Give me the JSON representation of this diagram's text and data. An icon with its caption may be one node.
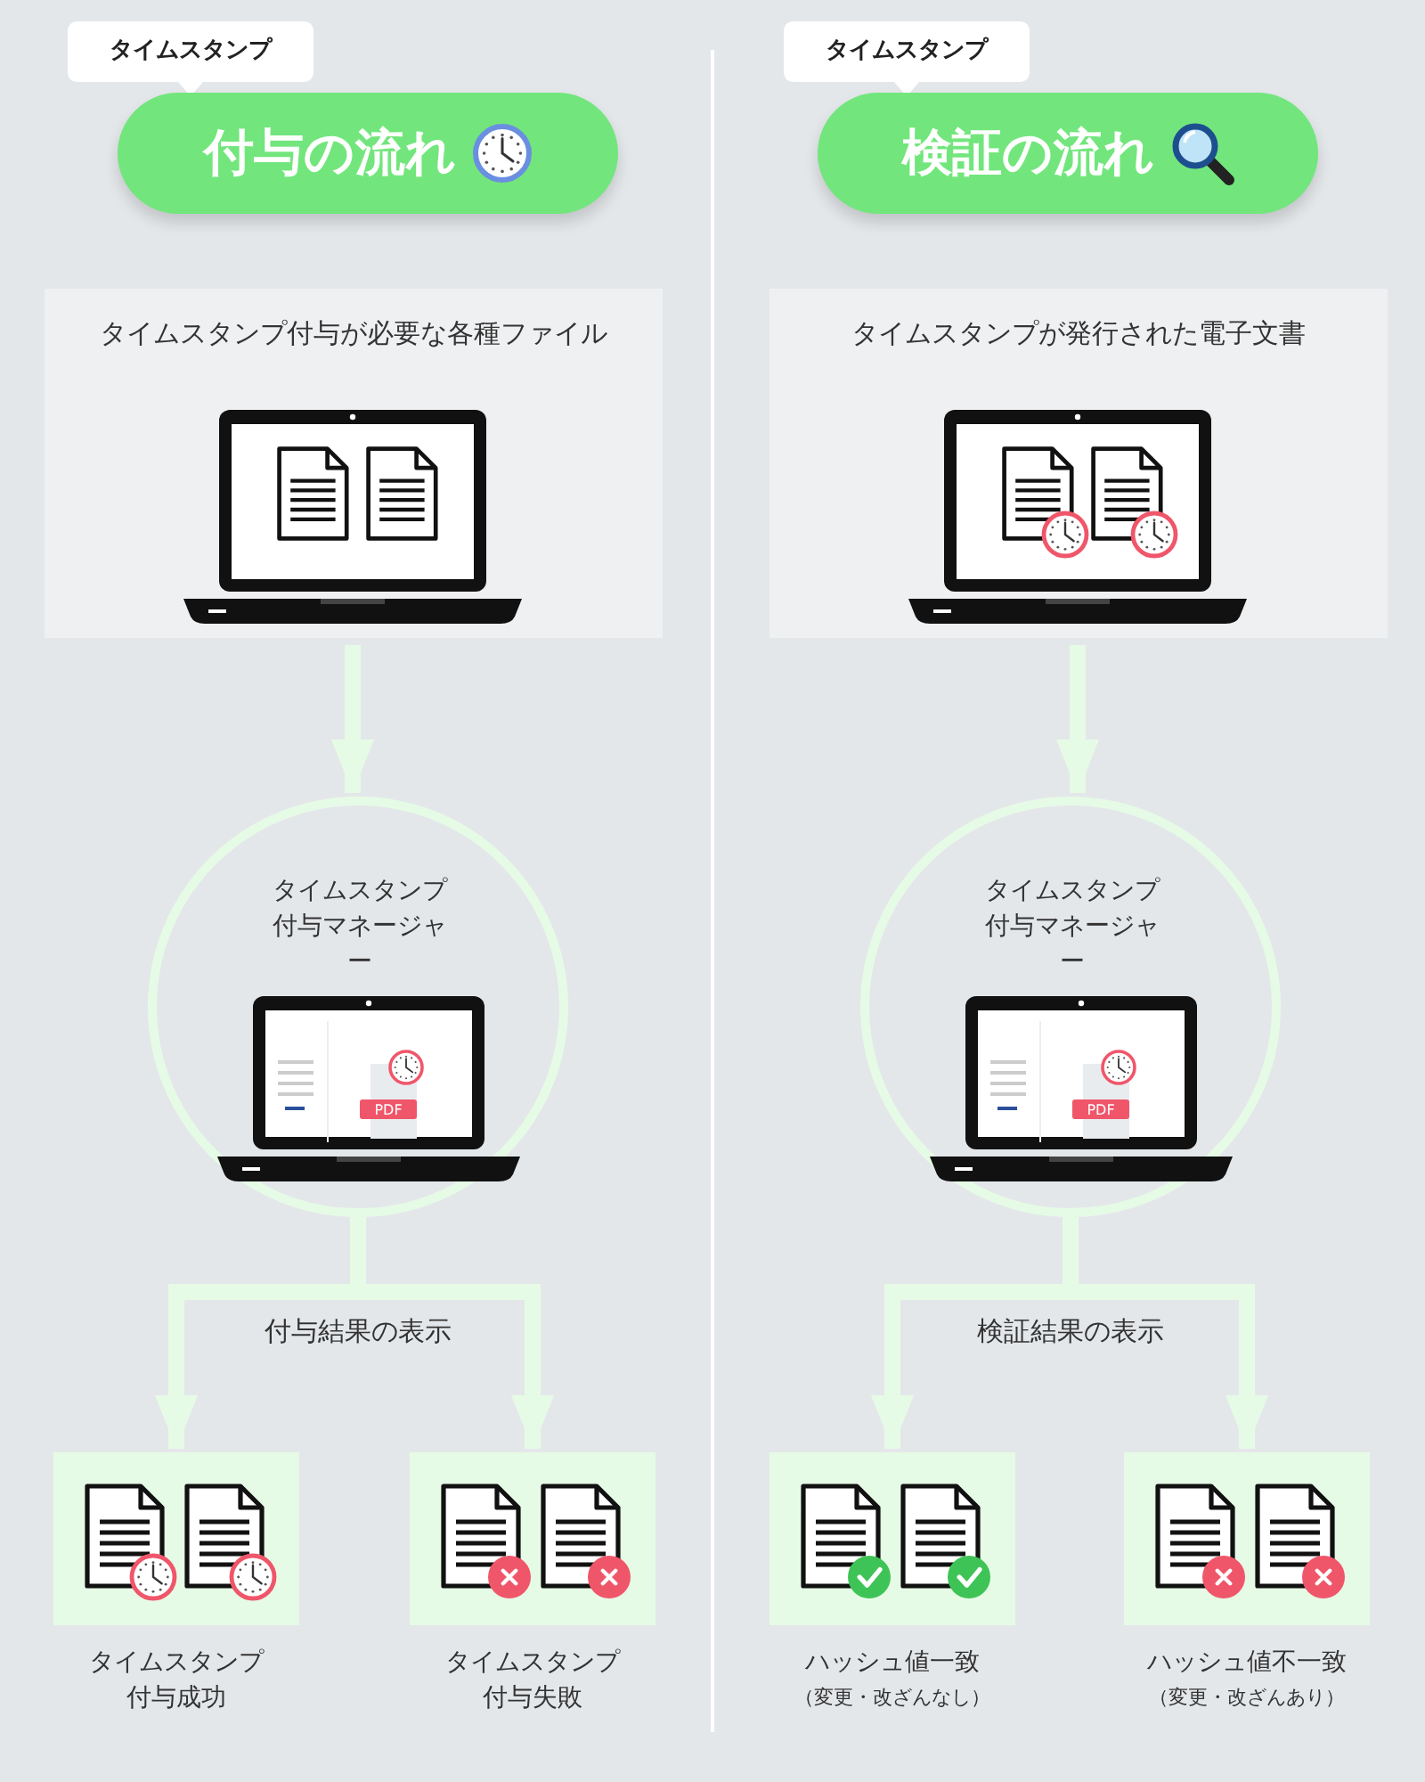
{
  "diagram": {
    "nodes": [
      {
        "text": [
          "タイムスタンプ"
        ]
      },
      {
        "text": [
          "付与の流れ"
        ]
      },
      {
        "text": [
          "タイムスタンプ付与が必要な各種ファイル"
        ]
      },
      {
        "text": [
          "タイムスタンプ付与マネージャー"
        ]
      },
      {
        "text": [
          "タイムスタンプ付与成功"
        ]
      },
      {
        "text": [
          "タイムスタンプ付与失敗"
        ]
      },
      {
        "text": [
          "タイムスタンプ"
        ]
      },
      {
        "text": [
          "検証の流れ"
        ]
      },
      {
        "text": [
          "タイムスタンプが発行された電子文書"
        ]
      },
      {
        "text": [
          "タイムスタンプ付与マネージャー"
        ]
      },
      {
        "text": [
          "ハッシュ値一致",
          "（変更・改ざんなし）"
        ]
      },
      {
        "text": [
          "ハッシュ値不一致",
          "（変更・改ざんあり）"
        ]
      }
    ],
    "edges": [
      {
        "from": 2,
        "to": 3,
        "arrow": "to"
      },
      {
        "from": 3,
        "to": 4,
        "arrow": "to"
      },
      {
        "from": 3,
        "to": 5,
        "arrow": "to"
      },
      {
        "from": 8,
        "to": 9,
        "arrow": "to"
      },
      {
        "from": 9,
        "to": 10,
        "arrow": "to"
      },
      {
        "from": 9,
        "to": 11,
        "arrow": "to"
      }
    ],
    "labels": [
      "PDF",
      "PDF",
      "付与結果の表示",
      "検証結果の表示"
    ]
  }
}
